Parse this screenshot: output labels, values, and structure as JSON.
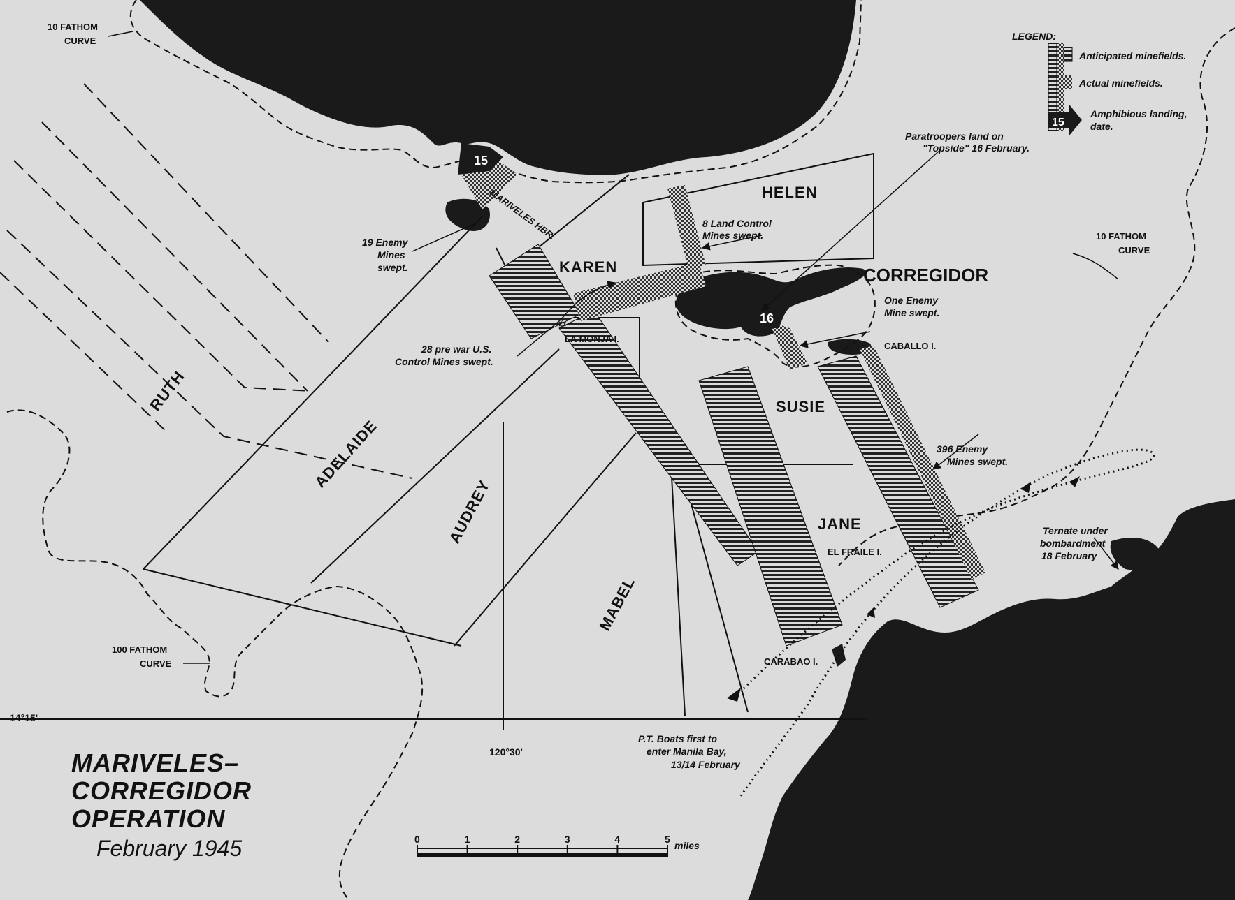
{
  "title": {
    "line1": "MARIVELES–",
    "line2": "CORREGIDOR",
    "line3": "OPERATION",
    "subtitle": "February 1945"
  },
  "legend": {
    "heading": "LEGEND:",
    "anticipated": "Anticipated minefields.",
    "actual": "Actual minefields.",
    "landing_l1": "Amphibious landing,",
    "landing_l2": "date.",
    "sample_date": "15"
  },
  "areas": {
    "helen": "HELEN",
    "karen": "KAREN",
    "ruth": "RUTH",
    "adelaide": "ADELAIDE",
    "audrey": "AUDREY",
    "mabel": "MABEL",
    "susie": "SUSIE",
    "jane": "JANE"
  },
  "places": {
    "corregidor": "CORREGIDOR",
    "mariveles": "MARIVELES HBR.",
    "la_monja": "LA MONJA I.",
    "caballo": "CABALLO I.",
    "el_fraile": "EL FRAILE I.",
    "carabao": "CARABAO I."
  },
  "curves": {
    "ten_nw_l1": "10 FATHOM",
    "ten_nw_l2": "CURVE",
    "ten_e_l1": "10 FATHOM",
    "ten_e_l2": "CURVE",
    "hundred_l1": "100 FATHOM",
    "hundred_l2": "CURVE"
  },
  "annotations": {
    "para_l1": "Paratroopers land on",
    "para_l2": "\"Topside\" 16 February.",
    "eight_l1": "8 Land Control",
    "eight_l2": "Mines swept.",
    "nineteen_l1": "19 Enemy",
    "nineteen_l2": "Mines",
    "nineteen_l3": "swept.",
    "prewar_l1": "28 pre war U.S.",
    "prewar_l2": "Control Mines swept.",
    "one_l1": "One Enemy",
    "one_l2": "Mine swept.",
    "threehundred_l1": "396 Enemy",
    "threehundred_l2": "Mines swept.",
    "ternate_l1": "Ternate under",
    "ternate_l2": "bombardment",
    "ternate_l3": "18 February",
    "pt_l1": "P.T. Boats first to",
    "pt_l2": "enter Manila Bay,",
    "pt_l3": "13/14 February"
  },
  "landings": {
    "mariveles_date": "15",
    "corregidor_date": "16"
  },
  "coordinates": {
    "latitude": "14°15'",
    "longitude": "120°30'"
  },
  "scale": {
    "ticks": [
      "0",
      "1",
      "2",
      "3",
      "4",
      "5"
    ],
    "unit": "miles"
  },
  "colors": {
    "paper": "#dcdcdc",
    "land": "#1a1a1a",
    "ink": "#111111"
  }
}
